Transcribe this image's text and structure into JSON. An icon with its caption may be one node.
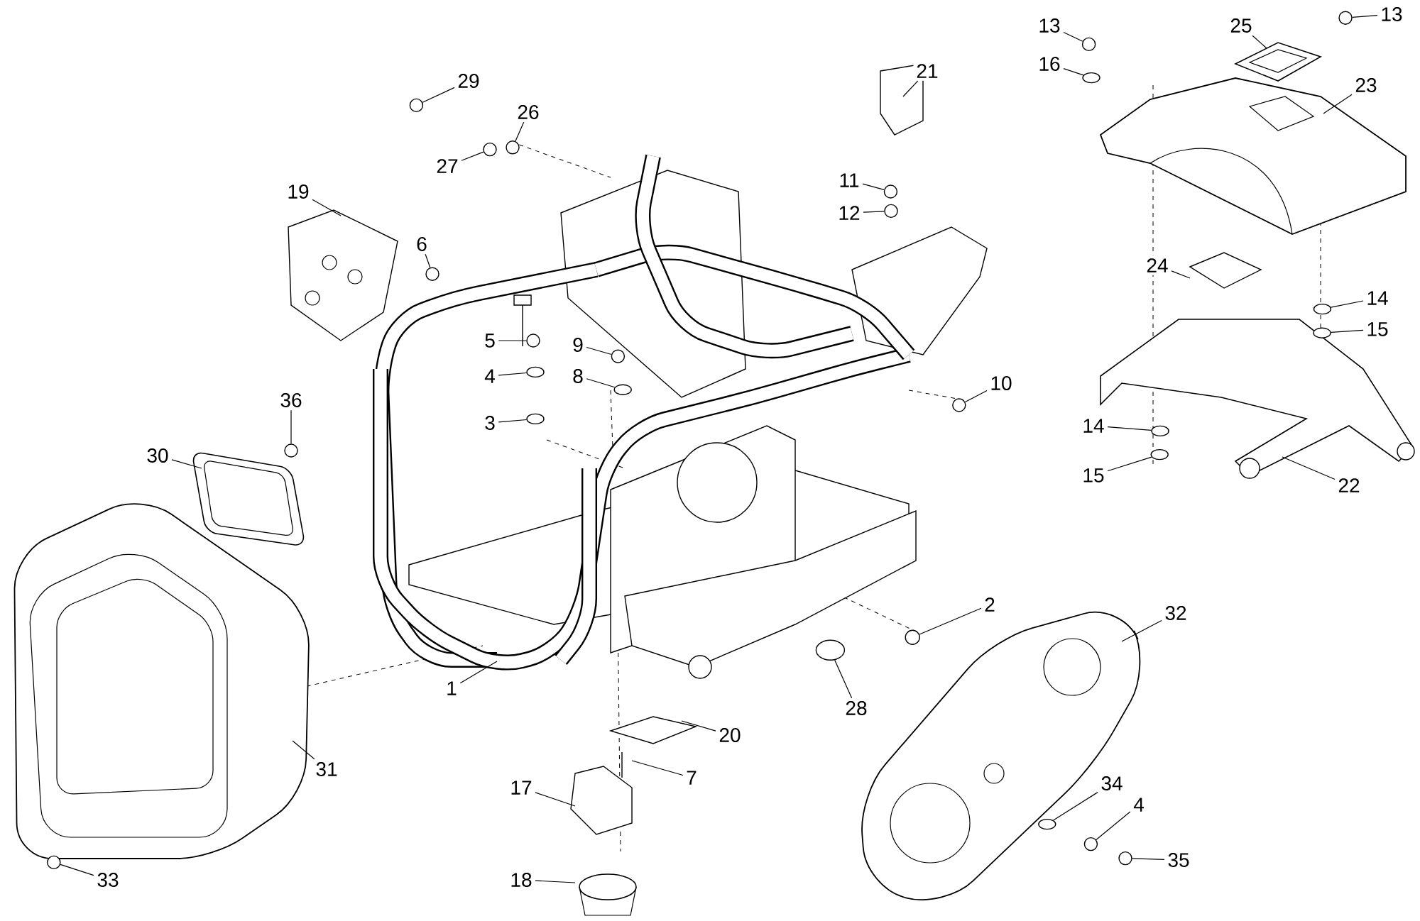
{
  "diagram": {
    "nodes": [
      {
        "text": [
          "29"
        ]
      },
      {
        "text": [
          "26"
        ]
      },
      {
        "text": [
          "27"
        ]
      },
      {
        "text": [
          "21"
        ]
      },
      {
        "text": [
          "13"
        ]
      },
      {
        "text": [
          "25"
        ]
      },
      {
        "text": [
          "13"
        ]
      },
      {
        "text": [
          "16"
        ]
      },
      {
        "text": [
          "23"
        ]
      },
      {
        "text": [
          "11"
        ]
      },
      {
        "text": [
          "12"
        ]
      },
      {
        "text": [
          "19"
        ]
      },
      {
        "text": [
          "6"
        ]
      },
      {
        "text": [
          "5"
        ]
      },
      {
        "text": [
          "9"
        ]
      },
      {
        "text": [
          "4"
        ]
      },
      {
        "text": [
          "8"
        ]
      },
      {
        "text": [
          "3"
        ]
      },
      {
        "text": [
          "24"
        ]
      },
      {
        "text": [
          "14"
        ]
      },
      {
        "text": [
          "15"
        ]
      },
      {
        "text": [
          "10"
        ]
      },
      {
        "text": [
          "36"
        ]
      },
      {
        "text": [
          "30"
        ]
      },
      {
        "text": [
          "14"
        ]
      },
      {
        "text": [
          "15"
        ]
      },
      {
        "text": [
          "22"
        ]
      },
      {
        "text": [
          "2"
        ]
      },
      {
        "text": [
          "32"
        ]
      },
      {
        "text": [
          "1"
        ]
      },
      {
        "text": [
          "28"
        ]
      },
      {
        "text": [
          "20"
        ]
      },
      {
        "text": [
          "31"
        ]
      },
      {
        "text": [
          "7"
        ]
      },
      {
        "text": [
          "17"
        ]
      },
      {
        "text": [
          "34"
        ]
      },
      {
        "text": [
          "4"
        ]
      },
      {
        "text": [
          "35"
        ]
      },
      {
        "text": [
          "18"
        ]
      },
      {
        "text": [
          "33"
        ]
      },
      {
        "text": [],
        "shape": "circle"
      },
      {
        "text": [],
        "shape": "circle"
      },
      {
        "text": [],
        "shape": "circle"
      },
      {
        "text": [],
        "shape": "circle"
      },
      {
        "text": [],
        "shape": "circle"
      },
      {
        "text": [],
        "shape": "ellipse"
      },
      {
        "text": [],
        "shape": "circle"
      },
      {
        "text": [],
        "shape": "circle"
      },
      {
        "text": [],
        "shape": "circle"
      },
      {
        "text": [],
        "shape": "circle"
      },
      {
        "text": [],
        "shape": "circle"
      },
      {
        "text": [],
        "shape": "ellipse"
      },
      {
        "text": [],
        "shape": "ellipse"
      },
      {
        "text": [],
        "shape": "ellipse"
      },
      {
        "text": [],
        "shape": "ellipse"
      },
      {
        "text": [],
        "shape": "ellipse"
      },
      {
        "text": [],
        "shape": "circle"
      },
      {
        "text": [],
        "shape": "circle"
      },
      {
        "text": [],
        "shape": "ellipse"
      },
      {
        "text": [],
        "shape": "ellipse"
      },
      {
        "text": [],
        "shape": "circle"
      },
      {
        "text": [],
        "shape": "ellipse"
      },
      {
        "text": [],
        "shape": "ellipse"
      },
      {
        "text": [],
        "shape": "circle"
      },
      {
        "text": [],
        "shape": "circle"
      },
      {
        "text": [],
        "shape": "circle"
      }
    ],
    "edges": [
      {
        "from": 0,
        "to": 40,
        "arrow": "none"
      },
      {
        "from": 1,
        "to": 41,
        "arrow": "none"
      },
      {
        "from": 2,
        "to": 42,
        "arrow": "none"
      },
      {
        "from": 3,
        "to": null,
        "arrow": "none"
      },
      {
        "from": 4,
        "to": 43,
        "arrow": "none"
      },
      {
        "from": 5,
        "to": null,
        "arrow": "none"
      },
      {
        "from": 6,
        "to": 44,
        "arrow": "none"
      },
      {
        "from": 7,
        "to": 45,
        "arrow": "none"
      },
      {
        "from": 8,
        "to": null,
        "arrow": "none"
      },
      {
        "from": 9,
        "to": 46,
        "arrow": "none"
      },
      {
        "from": 10,
        "to": 47,
        "arrow": "none"
      },
      {
        "from": 11,
        "to": null,
        "arrow": "none"
      },
      {
        "from": 12,
        "to": 48,
        "arrow": "none"
      },
      {
        "from": 13,
        "to": 49,
        "arrow": "none"
      },
      {
        "from": 14,
        "to": 50,
        "arrow": "none"
      },
      {
        "from": 15,
        "to": 51,
        "arrow": "none"
      },
      {
        "from": 16,
        "to": 52,
        "arrow": "none"
      },
      {
        "from": 17,
        "to": 53,
        "arrow": "none"
      },
      {
        "from": 18,
        "to": null,
        "arrow": "none"
      },
      {
        "from": 19,
        "to": 54,
        "arrow": "none"
      },
      {
        "from": 20,
        "to": 55,
        "arrow": "none"
      },
      {
        "from": 21,
        "to": 56,
        "arrow": "none"
      },
      {
        "from": 22,
        "to": 57,
        "arrow": "none"
      },
      {
        "from": 23,
        "to": null,
        "arrow": "none"
      },
      {
        "from": 24,
        "to": 58,
        "arrow": "none"
      },
      {
        "from": 25,
        "to": 59,
        "arrow": "none"
      },
      {
        "from": 26,
        "to": null,
        "arrow": "none"
      },
      {
        "from": 27,
        "to": 60,
        "arrow": "none"
      },
      {
        "from": 28,
        "to": null,
        "arrow": "none"
      },
      {
        "from": 29,
        "to": null,
        "arrow": "none"
      },
      {
        "from": 30,
        "to": 61,
        "arrow": "none"
      },
      {
        "from": 31,
        "to": null,
        "arrow": "none"
      },
      {
        "from": 32,
        "to": null,
        "arrow": "none"
      },
      {
        "from": 33,
        "to": null,
        "arrow": "none"
      },
      {
        "from": 34,
        "to": null,
        "arrow": "none"
      },
      {
        "from": 35,
        "to": 62,
        "arrow": "none"
      },
      {
        "from": 36,
        "to": 63,
        "arrow": "none"
      },
      {
        "from": 37,
        "to": 64,
        "arrow": "none"
      },
      {
        "from": 38,
        "to": null,
        "arrow": "none"
      },
      {
        "from": 39,
        "to": 65,
        "arrow": "none"
      }
    ]
  }
}
